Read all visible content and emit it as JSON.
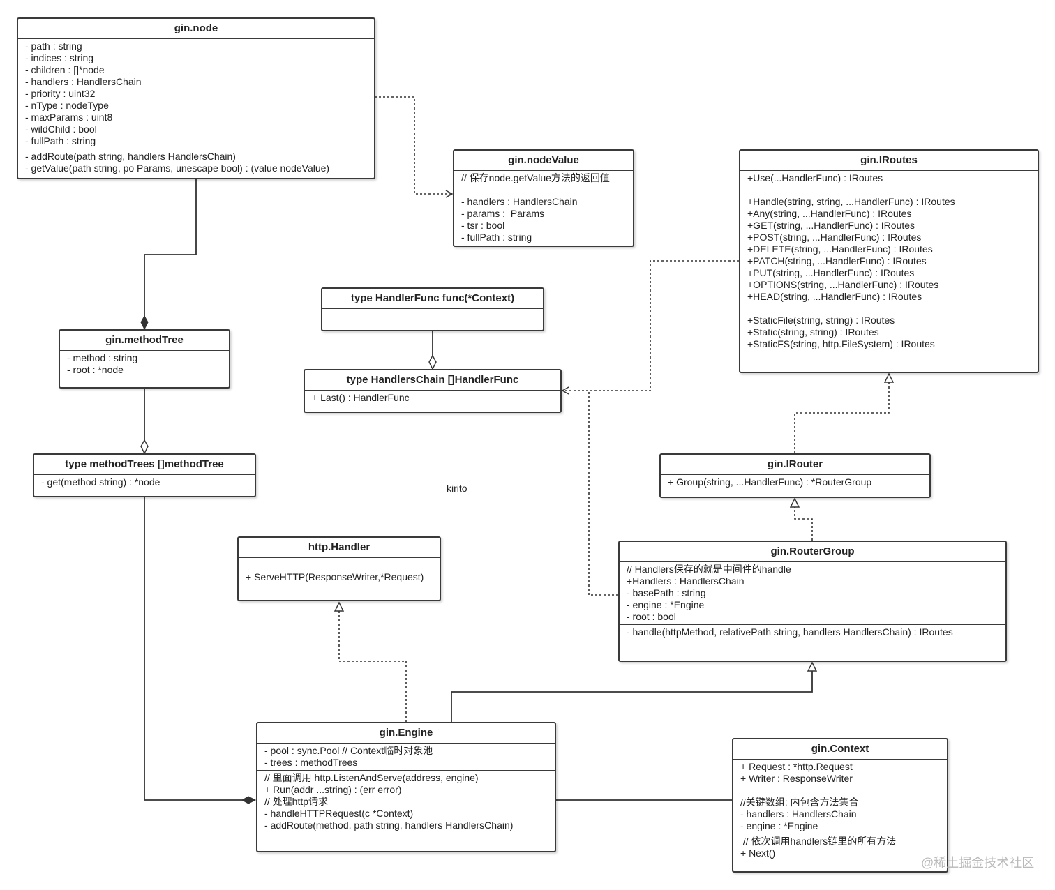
{
  "classes": [
    {
      "id": "node",
      "title": "gin.node",
      "sections": [
        [
          "- path : string",
          "- indices : string",
          "- children : []*node",
          "- handlers : HandlersChain",
          "- priority : uint32",
          "- nType : nodeType",
          "- maxParams : uint8",
          "- wildChild : bool",
          "- fullPath : string"
        ],
        [
          "- addRoute(path string, handlers HandlersChain)",
          "- getValue(path string, po Params, unescape bool) : (value nodeValue)"
        ]
      ]
    },
    {
      "id": "nodeValue",
      "title": "gin.nodeValue",
      "sections": [
        [
          "// 保存node.getValue方法的返回值",
          "",
          "- handlers : HandlersChain",
          "- params :  Params",
          "- tsr : bool",
          "- fullPath : string"
        ]
      ]
    },
    {
      "id": "iroutes",
      "title": "gin.IRoutes",
      "sections": [
        [
          "+Use(...HandlerFunc) : IRoutes",
          "",
          "+Handle(string, string, ...HandlerFunc) : IRoutes",
          "+Any(string, ...HandlerFunc) : IRoutes",
          "+GET(string, ...HandlerFunc) : IRoutes",
          "+POST(string, ...HandlerFunc) : IRoutes",
          "+DELETE(string, ...HandlerFunc) : IRoutes",
          "+PATCH(string, ...HandlerFunc) : IRoutes",
          "+PUT(string, ...HandlerFunc) : IRoutes",
          "+OPTIONS(string, ...HandlerFunc) : IRoutes",
          "+HEAD(string, ...HandlerFunc) : IRoutes",
          "",
          "+StaticFile(string, string) : IRoutes",
          "+Static(string, string) : IRoutes",
          "+StaticFS(string, http.FileSystem) : IRoutes"
        ]
      ]
    },
    {
      "id": "handlerFunc",
      "title": "type HandlerFunc func(*Context)",
      "sections": [
        [
          ""
        ]
      ]
    },
    {
      "id": "handlersChain",
      "title": "type HandlersChain []HandlerFunc",
      "sections": [
        [
          "+ Last() : HandlerFunc"
        ]
      ]
    },
    {
      "id": "methodTree",
      "title": "gin.methodTree",
      "sections": [
        [
          "- method : string",
          "- root : *node"
        ]
      ]
    },
    {
      "id": "methodTrees",
      "title": "type methodTrees []methodTree",
      "sections": [
        [
          "- get(method string) : *node"
        ]
      ]
    },
    {
      "id": "irouter",
      "title": "gin.IRouter",
      "sections": [
        [
          "+ Group(string, ...HandlerFunc) : *RouterGroup"
        ]
      ]
    },
    {
      "id": "httpHandler",
      "title": "http.Handler",
      "sections": [
        [
          "",
          "+ ServeHTTP(ResponseWriter,*Request)"
        ]
      ]
    },
    {
      "id": "routerGroup",
      "title": "gin.RouterGroup",
      "sections": [
        [
          "// Handlers保存的就是中间件的handle",
          "+Handlers : HandlersChain",
          "- basePath : string",
          "- engine : *Engine",
          "- root : bool"
        ],
        [
          "- handle(httpMethod, relativePath string, handlers HandlersChain) : IRoutes"
        ]
      ]
    },
    {
      "id": "engine",
      "title": "gin.Engine",
      "sections": [
        [
          "- pool : sync.Pool // Context临时对象池",
          "- trees : methodTrees"
        ],
        [
          "// 里面调用 http.ListenAndServe(address, engine)",
          "+ Run(addr ...string) : (err error)",
          "// 处理http请求",
          "- handleHTTPRequest(c *Context)",
          "- addRoute(method, path string, handlers HandlersChain)"
        ]
      ]
    },
    {
      "id": "context",
      "title": "gin.Context",
      "sections": [
        [
          "+ Request : *http.Request",
          "+ Writer : ResponseWriter",
          "",
          "//关键数组: 内包含方法集合",
          "- handlers : HandlersChain",
          "- engine : *Engine"
        ],
        [
          " // 依次调用handlers链里的所有方法",
          "+ Next()"
        ]
      ]
    }
  ],
  "author_label": "kirito",
  "watermark": "@稀土掘金技术社区"
}
